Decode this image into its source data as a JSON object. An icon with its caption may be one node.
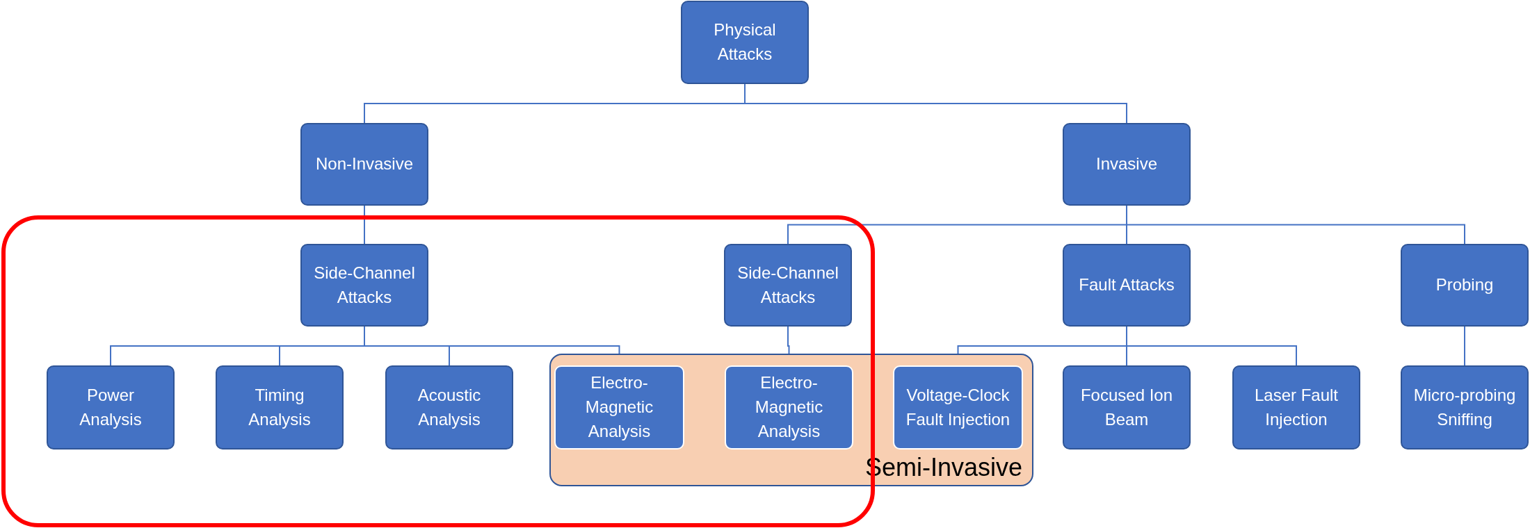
{
  "diagram": {
    "nodes": [
      {
        "text": [
          "Physical Attacks"
        ]
      },
      {
        "text": [
          "Non-Invasive"
        ]
      },
      {
        "text": [
          "Invasive"
        ]
      },
      {
        "text": [
          "Side-Channel Attacks"
        ]
      },
      {
        "text": [
          "Side-Channel Attacks"
        ]
      },
      {
        "text": [
          "Fault Attacks"
        ]
      },
      {
        "text": [
          "Probing"
        ]
      },
      {
        "text": [
          "Power Analysis"
        ]
      },
      {
        "text": [
          "Timing Analysis"
        ]
      },
      {
        "text": [
          "Acoustic Analysis"
        ]
      },
      {
        "text": [
          "Semi-Invasive"
        ]
      },
      {
        "text": [
          "Electro-Magnetic Analysis"
        ],
        "in": 10
      },
      {
        "text": [
          "Electro-Magnetic Analysis"
        ],
        "in": 10
      },
      {
        "text": [
          "Voltage-Clock Fault Injection"
        ],
        "in": 10
      },
      {
        "text": [
          "Focused Ion Beam"
        ]
      },
      {
        "text": [
          "Laser Fault Injection"
        ]
      },
      {
        "text": [
          "Micro-probing Sniffing"
        ]
      }
    ],
    "edges": [
      {
        "from": 0,
        "to": 1,
        "arrow": "none"
      },
      {
        "from": 0,
        "to": 2,
        "arrow": "none"
      },
      {
        "from": 1,
        "to": 3,
        "arrow": "none"
      },
      {
        "from": 2,
        "to": 4,
        "arrow": "none"
      },
      {
        "from": 2,
        "to": 5,
        "arrow": "none"
      },
      {
        "from": 2,
        "to": 6,
        "arrow": "none"
      },
      {
        "from": 3,
        "to": 7,
        "arrow": "none"
      },
      {
        "from": 3,
        "to": 8,
        "arrow": "none"
      },
      {
        "from": 3,
        "to": 9,
        "arrow": "none"
      },
      {
        "from": 3,
        "to": 11,
        "arrow": "none"
      },
      {
        "from": 4,
        "to": 12,
        "arrow": "none"
      },
      {
        "from": 5,
        "to": 13,
        "arrow": "none"
      },
      {
        "from": 5,
        "to": 14,
        "arrow": "none"
      },
      {
        "from": 5,
        "to": 15,
        "arrow": "none"
      },
      {
        "from": 6,
        "to": 16,
        "arrow": "none"
      }
    ]
  }
}
